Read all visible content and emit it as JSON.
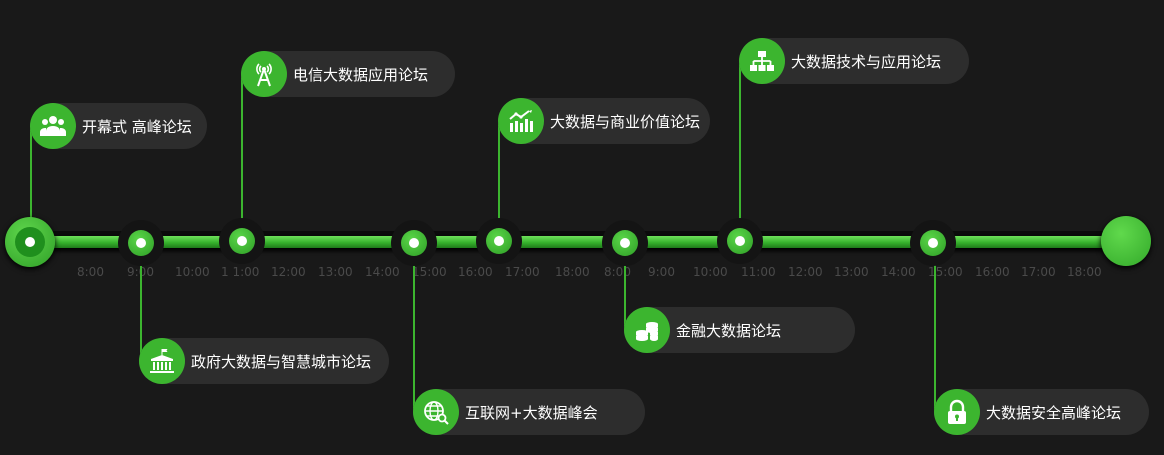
{
  "colors": {
    "background": "#191919",
    "accent": "#3cb52f",
    "card": "#2d2d2d",
    "tick": "#4a4a4a",
    "text": "#ffffff"
  },
  "time_ticks": [
    "8:00",
    "9:00",
    "10:00",
    "1 1:00",
    "12:00",
    "13:00",
    "14:00",
    "15:00",
    "16:00",
    "17:00",
    "18:00",
    "8:00",
    "9:00",
    "10:00",
    "11:00",
    "12:00",
    "13:00",
    "14:00",
    "15:00",
    "16:00",
    "17:00",
    "18:00"
  ],
  "events": [
    {
      "label": "开幕式 高峰论坛",
      "icon": "people-group-icon"
    },
    {
      "label": "政府大数据与智慧城市论坛",
      "icon": "government-building-icon"
    },
    {
      "label": "电信大数据应用论坛",
      "icon": "signal-tower-icon"
    },
    {
      "label": "互联网+大数据峰会",
      "icon": "globe-search-icon"
    },
    {
      "label": "大数据与商业价值论坛",
      "icon": "growth-chart-icon"
    },
    {
      "label": "金融大数据论坛",
      "icon": "coins-icon"
    },
    {
      "label": "大数据技术与应用论坛",
      "icon": "org-hierarchy-icon"
    },
    {
      "label": "大数据安全高峰论坛",
      "icon": "lock-icon"
    }
  ]
}
